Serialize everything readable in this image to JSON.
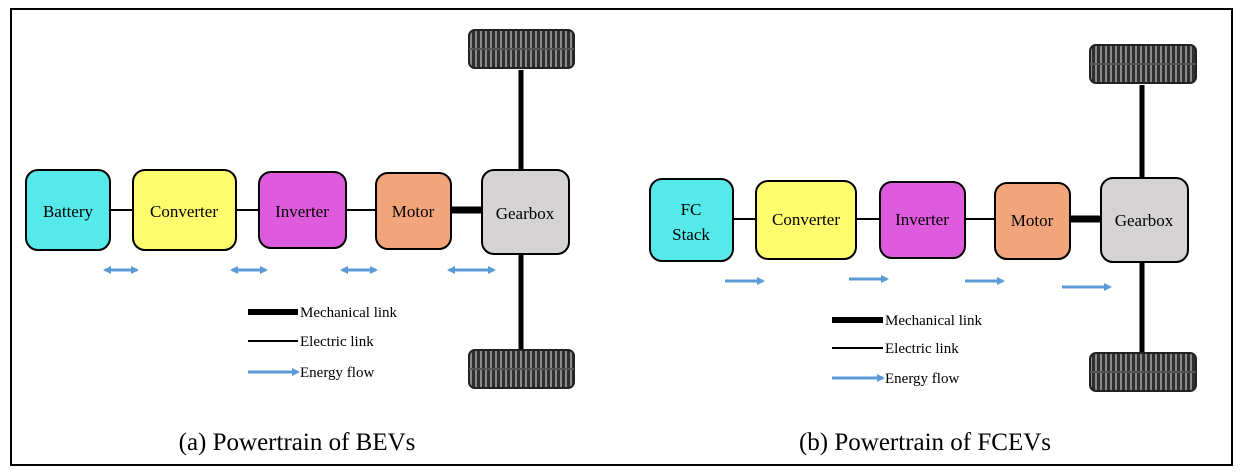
{
  "panel_a": {
    "caption": "(a) Powertrain of BEVs",
    "blocks": [
      {
        "label": "Battery",
        "color": "#55e9ea"
      },
      {
        "label": "Converter",
        "color": "#fdfd6e"
      },
      {
        "label": "Inverter",
        "color": "#dd5bdc"
      },
      {
        "label": "Motor",
        "color": "#f2a57b"
      },
      {
        "label": "Gearbox",
        "color": "#d5d3d3"
      }
    ],
    "energy_flow": "bidirectional",
    "legend": {
      "mechanical": "Mechanical link",
      "electric": "Electric link",
      "energy": "Energy flow"
    }
  },
  "panel_b": {
    "caption": "(b) Powertrain of FCEVs",
    "blocks": [
      {
        "label_line1": "FC",
        "label_line2": "Stack",
        "color": "#55e9ea"
      },
      {
        "label": "Converter",
        "color": "#fdfd6e"
      },
      {
        "label": "Inverter",
        "color": "#dd5bdc"
      },
      {
        "label": "Motor",
        "color": "#f2a57b"
      },
      {
        "label": "Gearbox",
        "color": "#d5d3d3"
      }
    ],
    "energy_flow": "unidirectional",
    "legend": {
      "mechanical": "Mechanical link",
      "electric": "Electric link",
      "energy": "Energy flow"
    }
  },
  "colors": {
    "arrow": "#5b9bd5",
    "tire": "#333333"
  }
}
